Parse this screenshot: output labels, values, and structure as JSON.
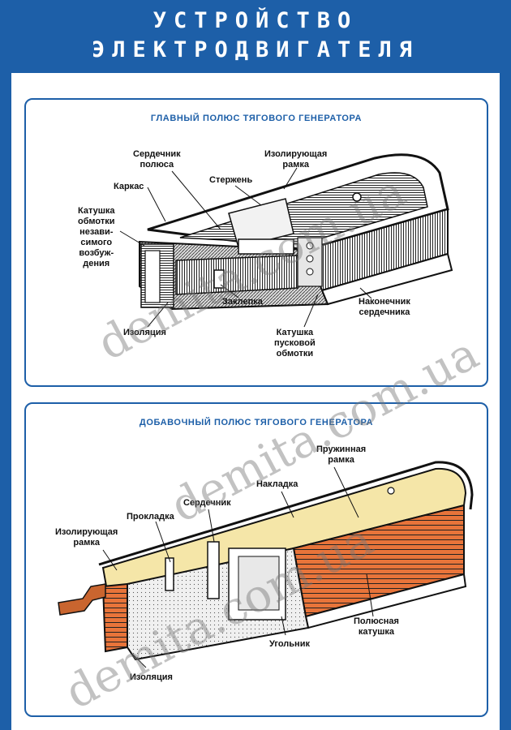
{
  "title": {
    "line1": "УСТРОЙСТВО",
    "line2": "ЭЛЕКТРОДВИГАТЕЛЯ"
  },
  "panel_top": {
    "heading": "ГЛАВНЫЙ ПОЛЮС ТЯГОВОГО ГЕНЕРАТОРА",
    "labels": {
      "core": "Сердечник\nполюса",
      "insulating_frame": "Изолирующая\nрамка",
      "rod": "Стержень",
      "carcass": "Каркас",
      "coil": "Катушка\nобмотки\nнезави-\nсимого\nвозбуж-\nдения",
      "rivet": "Заклепка",
      "core_tip": "Наконечник\nсердечника",
      "insulation": "Изоляция",
      "starting_coil": "Катушка\nпусковой\nобмотки"
    }
  },
  "panel_bottom": {
    "heading": "ДОБАВОЧНЫЙ ПОЛЮС ТЯГОВОГО ГЕНЕРАТОРА",
    "labels": {
      "spring_frame": "Пружинная\nрамка",
      "overlay": "Накладка",
      "core": "Сердечник",
      "gasket": "Прокладка",
      "insulating_frame": "Изолирующая\nрамка",
      "pole_coil": "Полюсная\nкатушка",
      "angle": "Угольник",
      "insulation": "Изоляция"
    }
  },
  "watermark": "demita.com.ua",
  "colors": {
    "accent": "#1d5fa8",
    "coil_orange": "#e8743a",
    "overlay_yellow": "#f5e6a8",
    "copper": "#c9652f"
  }
}
